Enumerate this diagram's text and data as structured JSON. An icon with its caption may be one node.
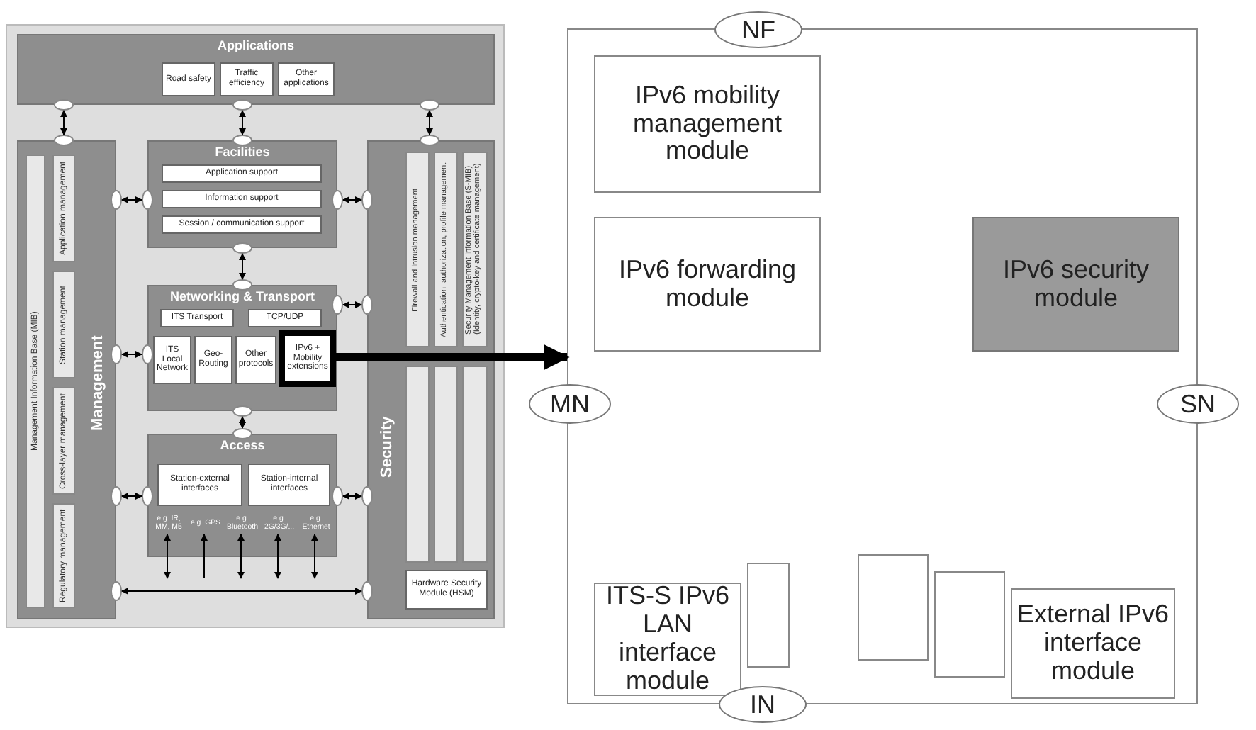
{
  "diagram": {
    "nodes": [
      {
        "text": [
          "Applications"
        ]
      },
      {
        "text": [
          "Road safety"
        ],
        "in": 0
      },
      {
        "text": [
          "Traffic efficiency"
        ],
        "in": 0
      },
      {
        "text": [
          "Other applications"
        ],
        "in": 0
      },
      {
        "text": [
          "Management"
        ]
      },
      {
        "text": [
          "Management Information Base (MIB)"
        ],
        "in": 4
      },
      {
        "text": [
          "Application management"
        ],
        "in": 4
      },
      {
        "text": [
          "Station management"
        ],
        "in": 4
      },
      {
        "text": [
          "Cross-layer management"
        ],
        "in": 4
      },
      {
        "text": [
          "Regulatory management"
        ],
        "in": 4
      },
      {
        "text": [
          "Facilities"
        ]
      },
      {
        "text": [
          "Application support"
        ],
        "in": 10
      },
      {
        "text": [
          "Information support"
        ],
        "in": 10
      },
      {
        "text": [
          "Session / communication support"
        ],
        "in": 10
      },
      {
        "text": [
          "Networking & Transport"
        ]
      },
      {
        "text": [
          "ITS Transport"
        ],
        "in": 14
      },
      {
        "text": [
          "TCP/UDP"
        ],
        "in": 14
      },
      {
        "text": [
          "ITS Local Network"
        ],
        "in": 14
      },
      {
        "text": [
          "Geo-Routing"
        ],
        "in": 14
      },
      {
        "text": [
          "Other protocols"
        ],
        "in": 14
      },
      {
        "text": [
          "IPv6 + Mobility extensions"
        ],
        "in": 14
      },
      {
        "text": [
          "Access"
        ]
      },
      {
        "text": [
          "Station-external interfaces"
        ],
        "in": 21
      },
      {
        "text": [
          "Station-internal interfaces"
        ],
        "in": 21
      },
      {
        "text": [
          "e.g. IR, MM, M5"
        ],
        "in": 21
      },
      {
        "text": [
          "e.g. GPS"
        ],
        "in": 21
      },
      {
        "text": [
          "e.g. Bluetooth"
        ],
        "in": 21
      },
      {
        "text": [
          "e.g. 2G/3G/..."
        ],
        "in": 21
      },
      {
        "text": [
          "e.g. Ethernet"
        ],
        "in": 21
      },
      {
        "text": [
          "Security"
        ]
      },
      {
        "text": [
          "Firewall and intrusion management"
        ],
        "in": 29
      },
      {
        "text": [
          "Authentication, authorization, profile management"
        ],
        "in": 29
      },
      {
        "text": [
          "Security Management Information Base (S-MIB) (Identity, crypto-key and certificate management)"
        ],
        "in": 29
      },
      {
        "text": [
          "Hardware Security Module (HSM)"
        ],
        "in": 29
      },
      {
        "text": [],
        "shape": "circle"
      },
      {
        "text": [],
        "shape": "circle"
      },
      {
        "text": [],
        "shape": "circle"
      },
      {
        "text": [],
        "shape": "circle"
      },
      {
        "text": [],
        "shape": "circle"
      },
      {
        "text": [],
        "shape": "circle"
      },
      {
        "text": [],
        "shape": "circle"
      },
      {
        "text": [],
        "shape": "circle"
      },
      {
        "text": [],
        "shape": "circle"
      },
      {
        "text": [],
        "shape": "circle"
      },
      {
        "text": [],
        "shape": "circle"
      },
      {
        "text": [],
        "shape": "circle"
      },
      {
        "text": [],
        "shape": "circle"
      },
      {
        "text": [],
        "shape": "circle"
      },
      {
        "text": [],
        "shape": "circle"
      },
      {
        "text": [],
        "shape": "circle"
      },
      {
        "text": [],
        "shape": "circle"
      },
      {
        "text": [],
        "shape": "circle"
      },
      {
        "text": [],
        "shape": "circle"
      },
      {
        "text": [],
        "shape": "circle"
      },
      {
        "text": [],
        "shape": "circle"
      },
      {
        "text": [],
        "shape": "circle"
      },
      {
        "text": [],
        "shape": "circle"
      },
      {
        "text": [],
        "shape": "circle"
      },
      {
        "text": [],
        "shape": "box"
      },
      {
        "text": [
          "NF"
        ]
      },
      {
        "text": [
          "MN"
        ]
      },
      {
        "text": [
          "SN"
        ]
      },
      {
        "text": [
          "IN"
        ]
      },
      {
        "text": [
          "IPv6 mobility management module"
        ],
        "in": 58
      },
      {
        "text": [
          "IPv6 forwarding module"
        ],
        "in": 58
      },
      {
        "text": [
          "IPv6 security module"
        ],
        "in": 58
      },
      {
        "text": [],
        "shape": "box",
        "in": 58
      },
      {
        "text": [
          "ITS-S IPv6 LAN interface module"
        ],
        "in": 58
      },
      {
        "text": [],
        "shape": "box",
        "in": 58
      },
      {
        "text": [],
        "shape": "box",
        "in": 58
      },
      {
        "text": [
          "External IPv6 interface module"
        ],
        "in": 58
      }
    ],
    "edges": [
      {
        "from": 34,
        "to": 35,
        "arrow": "both"
      },
      {
        "from": 36,
        "to": 37,
        "arrow": "both"
      },
      {
        "from": 38,
        "to": 39,
        "arrow": "both"
      },
      {
        "from": 40,
        "to": 41,
        "arrow": "both"
      },
      {
        "from": 42,
        "to": 43,
        "arrow": "both"
      },
      {
        "from": 44,
        "to": 45,
        "arrow": "both"
      },
      {
        "from": 46,
        "to": 47,
        "arrow": "both"
      },
      {
        "from": 48,
        "to": 49,
        "arrow": "both"
      },
      {
        "from": 50,
        "to": 51,
        "arrow": "both"
      },
      {
        "from": 52,
        "to": 53,
        "arrow": "both"
      },
      {
        "from": 54,
        "to": 55,
        "arrow": "both"
      },
      {
        "from": 56,
        "to": 57,
        "arrow": "both"
      },
      {
        "from": 24,
        "to": null,
        "arrow": "both"
      },
      {
        "from": null,
        "to": 25,
        "arrow": "to"
      },
      {
        "from": 26,
        "to": null,
        "arrow": "both"
      },
      {
        "from": 27,
        "to": null,
        "arrow": "both"
      },
      {
        "from": 28,
        "to": null,
        "arrow": "both"
      },
      {
        "from": 20,
        "to": 58,
        "arrow": "to",
        "style": "thick"
      }
    ]
  }
}
